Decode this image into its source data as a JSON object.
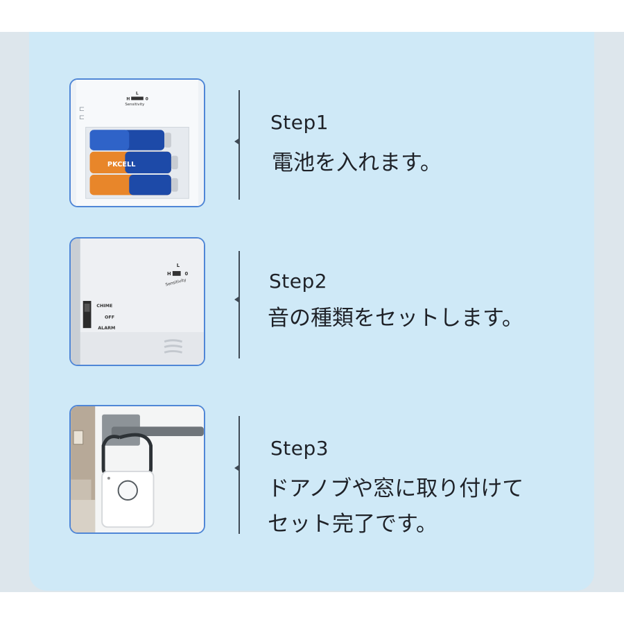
{
  "steps": [
    {
      "label": "Step1",
      "description": " 電池を入れます。",
      "image": "battery-compartment",
      "image_text": {
        "switch_high": "H",
        "switch_low": "L",
        "switch_zero": "0",
        "switch_caption": "Sensitivity",
        "battery_brand": "PKCELL"
      }
    },
    {
      "label": "Step2",
      "description": "音の種類をセットします。",
      "image": "mode-switch",
      "image_text": {
        "switch_high": "H",
        "switch_low": "L",
        "switch_zero": "0",
        "switch_caption": "Sensitivity",
        "mode_chime": "CHIME",
        "mode_off": "OFF",
        "mode_alarm": "ALARM"
      }
    },
    {
      "label": "Step3",
      "description": "ドアノブや窓に取り付けて\nセット完了です。",
      "image": "door-handle-alarm"
    }
  ],
  "colors": {
    "card_background": "#cfe9f7",
    "thumbnail_border": "#4f86d6",
    "text": "#1f2228"
  }
}
